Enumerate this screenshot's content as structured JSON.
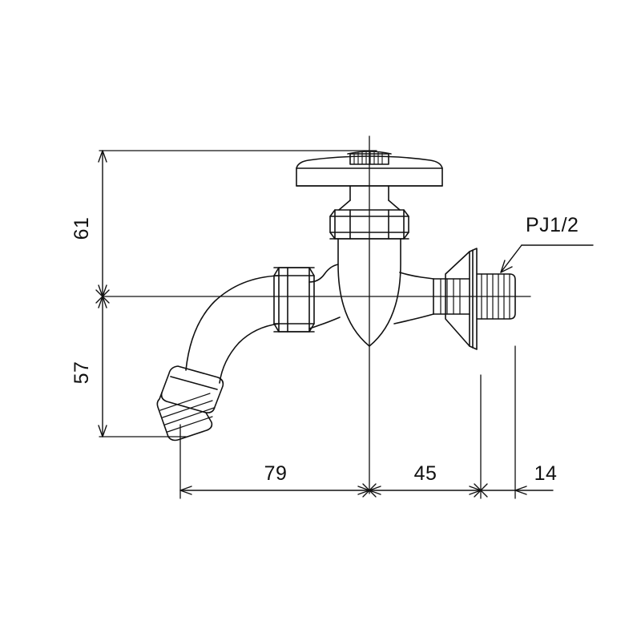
{
  "drawing": {
    "type": "technical-dimension-drawing",
    "subject": "wall-mounted faucet with hose adapter",
    "background_color": "#ffffff",
    "line_color": "#111111",
    "units_note": "mm",
    "dimensions": {
      "vertical": [
        {
          "id": "dim-61",
          "value": "61",
          "orientation": "vertical",
          "from": "top of handle cap",
          "to": "centerline"
        },
        {
          "id": "dim-57",
          "value": "57",
          "orientation": "vertical",
          "from": "centerline",
          "to": "bottom of hose adapter"
        }
      ],
      "horizontal": [
        {
          "id": "dim-79",
          "value": "79",
          "orientation": "horizontal",
          "from": "hose adapter centerline",
          "to": "body vertical centerline"
        },
        {
          "id": "dim-45",
          "value": "45",
          "orientation": "horizontal",
          "from": "body vertical centerline",
          "to": "flange face"
        },
        {
          "id": "dim-14",
          "value": "14",
          "orientation": "horizontal",
          "from": "flange face",
          "to": "end of thread"
        }
      ]
    },
    "annotations": [
      {
        "id": "thread-callout",
        "text": "PJ1/2",
        "leader_points_to": "male threaded inlet nipple"
      }
    ],
    "parts": [
      {
        "id": "handle-cap",
        "name": "knurled handle cap"
      },
      {
        "id": "handle-dome",
        "name": "dome handle wheel"
      },
      {
        "id": "bonnet-nut",
        "name": "hex bonnet nut"
      },
      {
        "id": "body",
        "name": "valve body"
      },
      {
        "id": "spout-nut",
        "name": "hex spout coupling nut"
      },
      {
        "id": "spout",
        "name": "curved swan-neck spout"
      },
      {
        "id": "hose-adapter",
        "name": "threaded hose adapter nipple"
      },
      {
        "id": "escutcheon",
        "name": "conical wall flange"
      },
      {
        "id": "inlet-thread",
        "name": "PJ1/2 male inlet thread"
      }
    ]
  }
}
